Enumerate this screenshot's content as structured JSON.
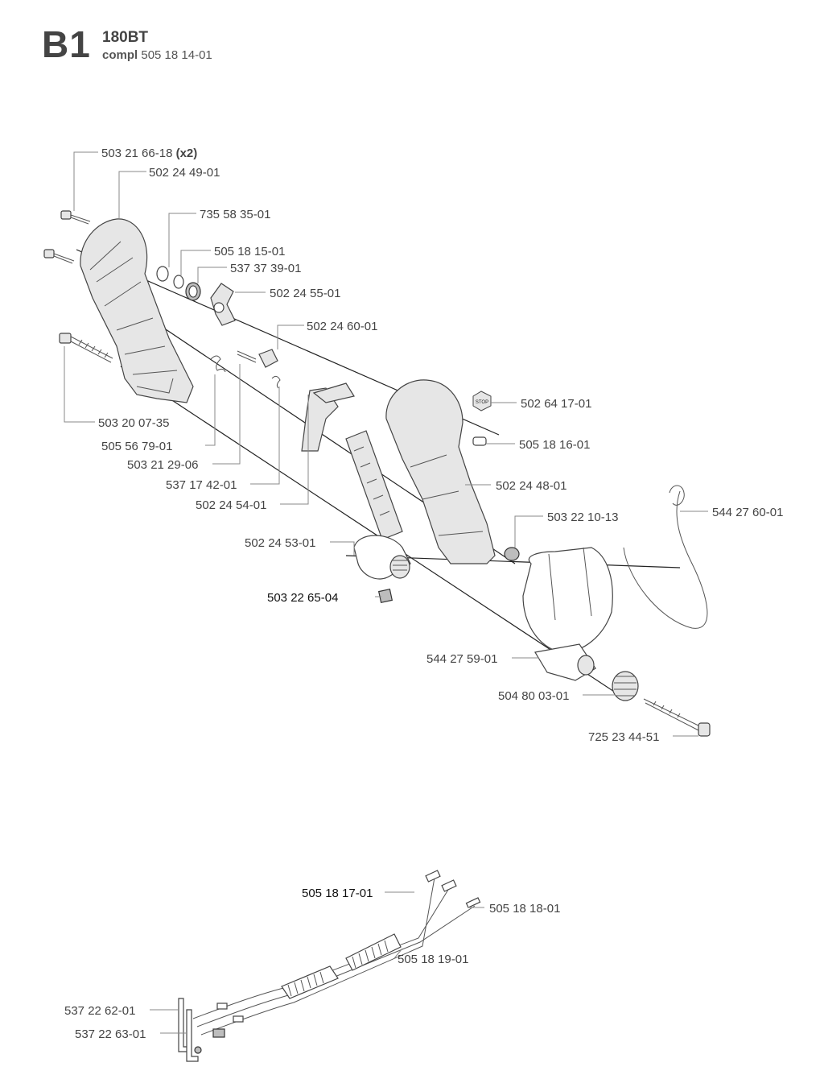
{
  "header": {
    "section_code": "B1",
    "model": "180BT",
    "compl_word": "compl",
    "compl_number": "505 18 14-01"
  },
  "parts": {
    "p1": "503 21 66-18",
    "p1_qty": "(x2)",
    "p2": "502 24 49-01",
    "p3": "735 58 35-01",
    "p4": "505 18 15-01",
    "p5": "537 37 39-01",
    "p6": "502 24 55-01",
    "p7": "502 24 60-01",
    "p8": "502 64 17-01",
    "p9": "505 18 16-01",
    "p10": "503 20 07-35",
    "p11": "505 56 79-01",
    "p12": "503 21 29-06",
    "p13": "537 17 42-01",
    "p14": "502 24 54-01",
    "p15": "502 24 48-01",
    "p16": "544 27 60-01",
    "p17": "503 22 10-13",
    "p18": "502 24 53-01",
    "p19": "503 22 65-04",
    "p20": "544 27 59-01",
    "p21": "504 80 03-01",
    "p22": "725 23 44-51",
    "p23": "505 18 17-01",
    "p24": "505 18 18-01",
    "p25": "505 18 19-01",
    "p26": "537 22 62-01",
    "p27": "537 22 63-01"
  },
  "stop_decal_text": "STOP"
}
